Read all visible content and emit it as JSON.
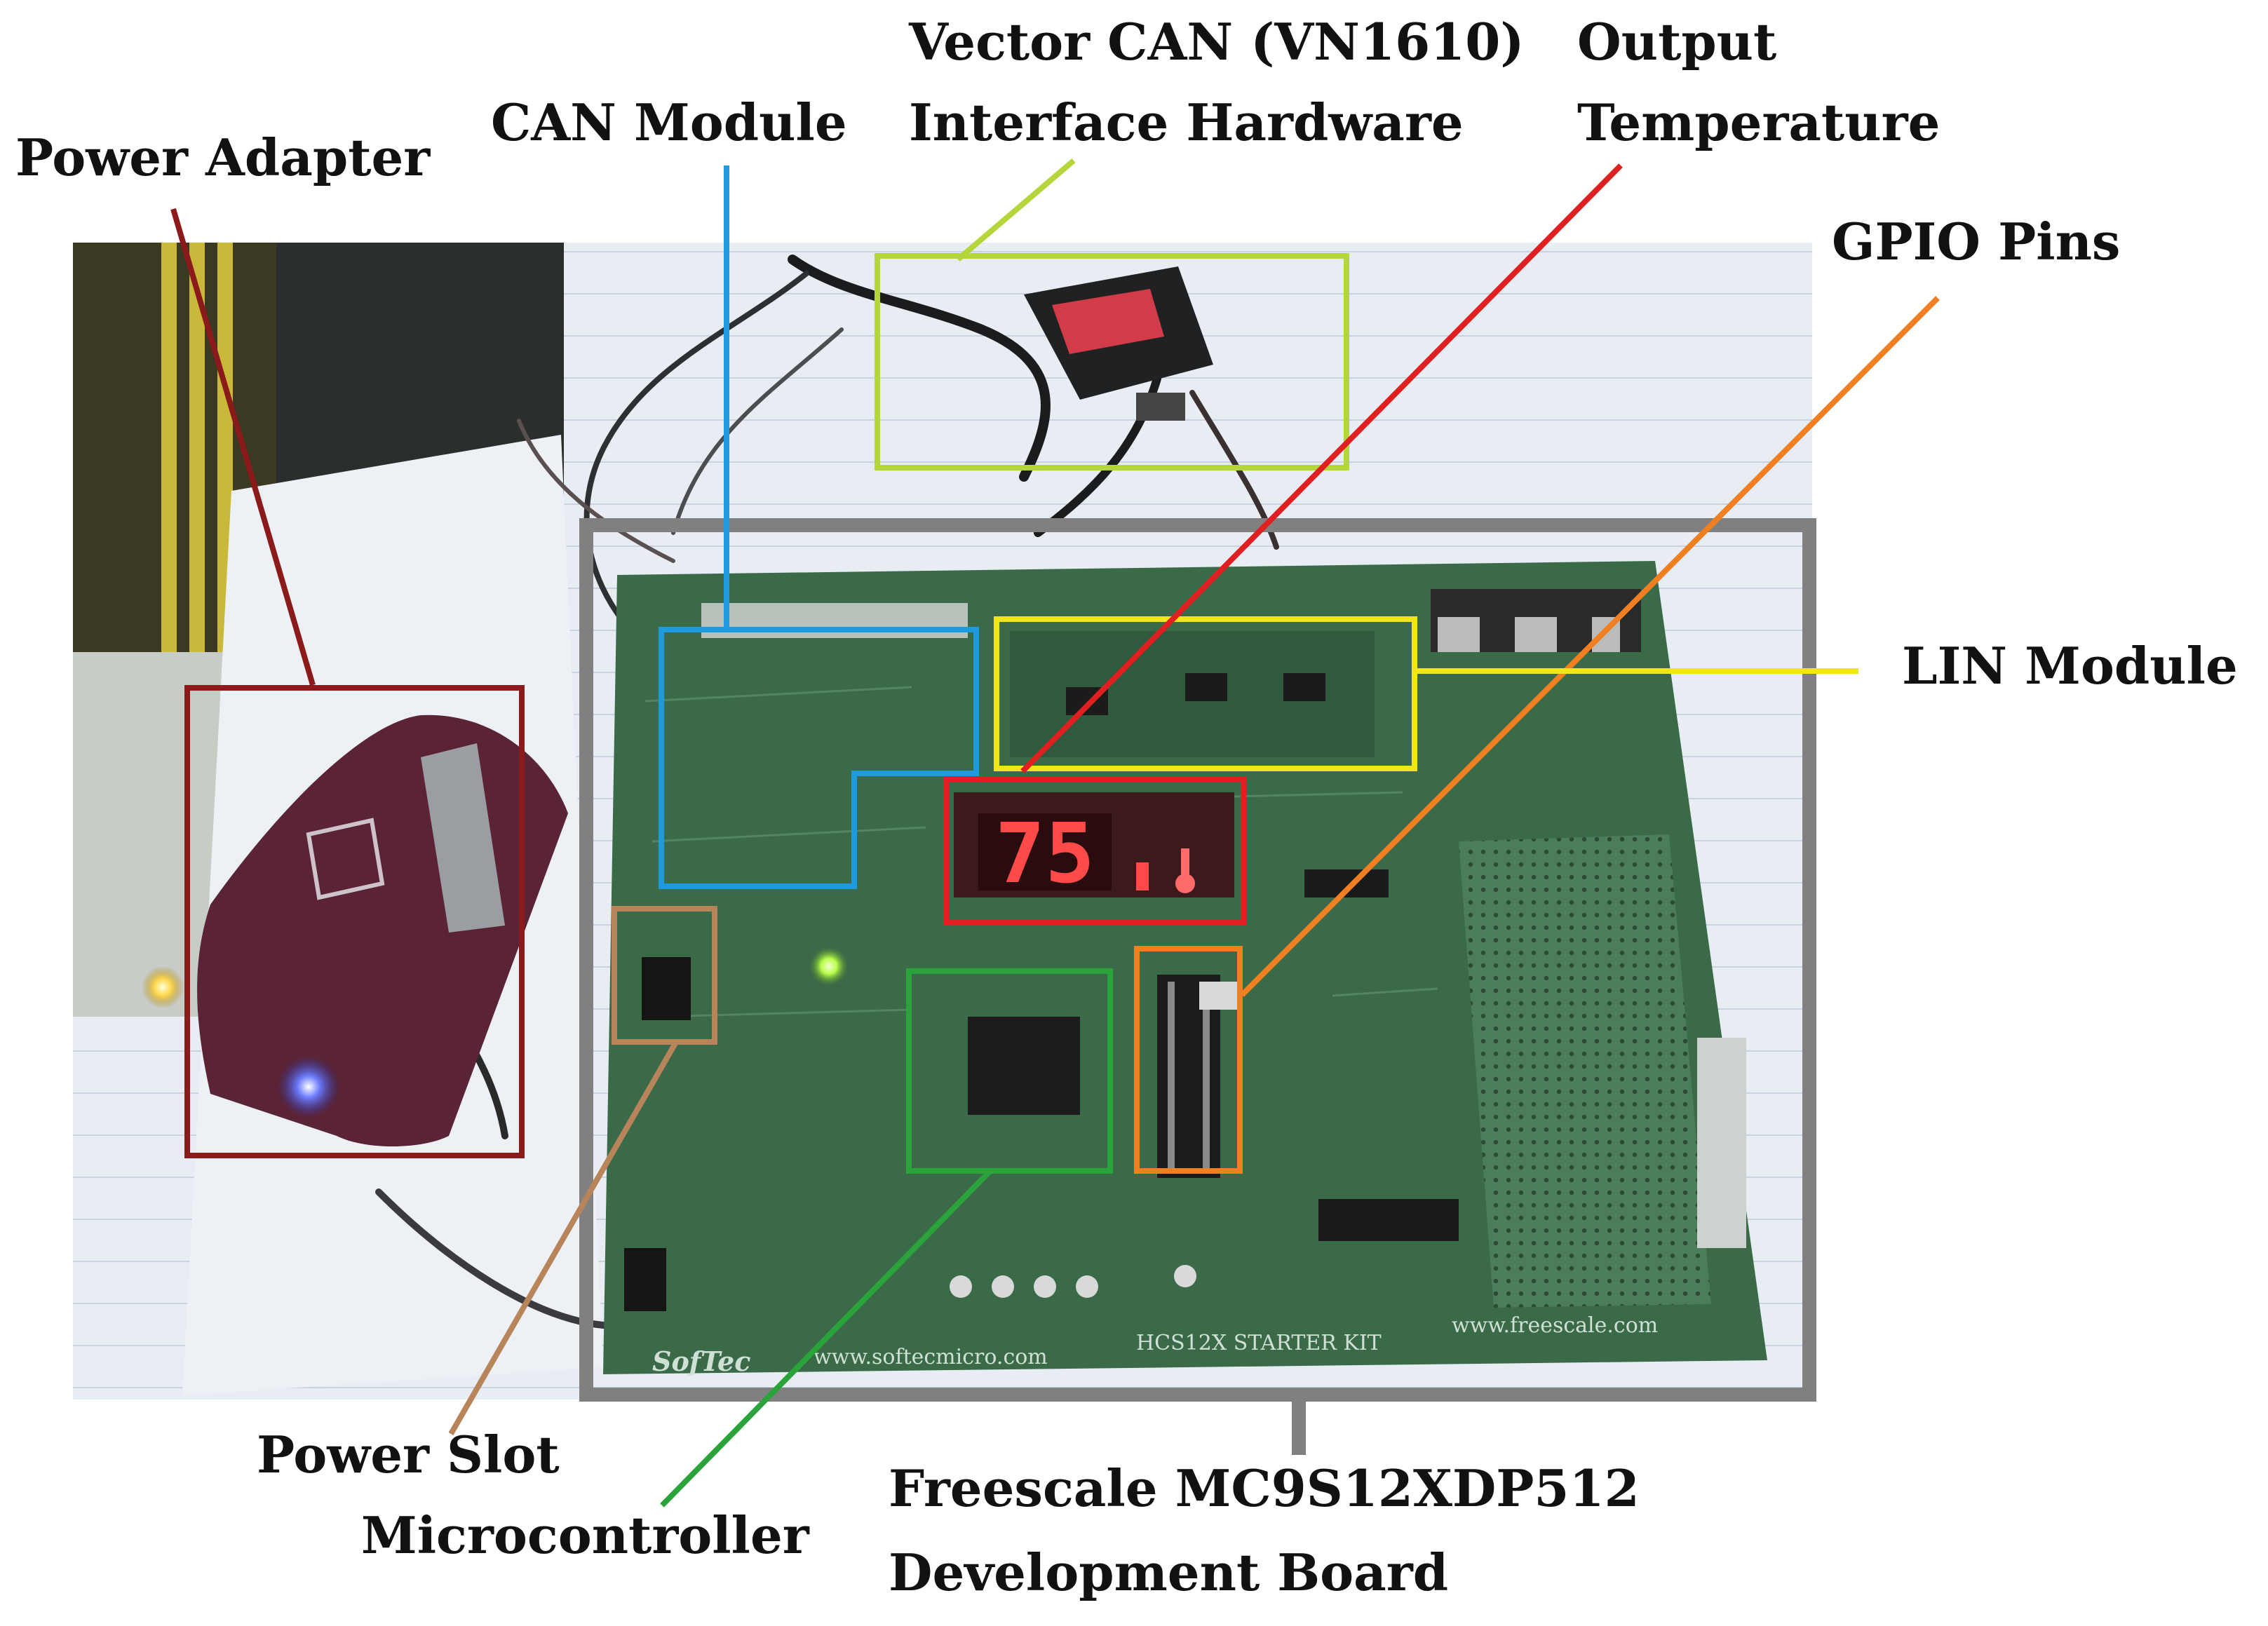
{
  "labels": {
    "power_adapter": "Power Adapter",
    "can_module": "CAN Module",
    "vector_can_line1": "Vector CAN (VN1610)",
    "vector_can_line2": "Interface Hardware",
    "output_temp_line1": "Output",
    "output_temp_line2": "Temperature",
    "gpio_pins": "GPIO Pins",
    "lin_module": "LIN Module",
    "power_slot": "Power Slot",
    "microcontroller": "Microcontroller",
    "board_line1": "Freescale MC9S12XDP512",
    "board_line2": "Development Board"
  },
  "display": {
    "reading": "75"
  },
  "board_print": {
    "brand": "SofTec",
    "url_left": "www.softecmicro.com",
    "kit_name": "HCS12X STARTER KIT",
    "url_right": "www.freescale.com"
  },
  "colors": {
    "power_adapter": "#8b1a1a",
    "can_module": "#1e9be0",
    "vector_can": "#b5d63a",
    "output_temperature": "#e02020",
    "gpio_pins": "#f07f22",
    "lin_module": "#f2e51c",
    "power_slot": "#b8845a",
    "microcontroller": "#2aa43a",
    "board_frame": "#808080",
    "pcb_green": "#3e6f4c"
  }
}
